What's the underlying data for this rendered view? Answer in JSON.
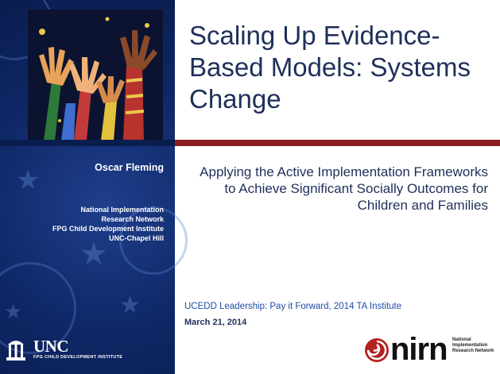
{
  "slide": {
    "title": "Scaling Up Evidence-Based Models: Systems Change",
    "subtitle": "Applying the Active Implementation Frameworks to Achieve Significant Socially Outcomes for Children and Families",
    "presenter": {
      "name": "Oscar Fleming",
      "affiliation_lines": [
        "National Implementation",
        "Research Network",
        "FPG Child Development Institute",
        "UNC-Chapel Hill"
      ]
    },
    "event": "UCEDD Leadership: Pay it Forward, 2014 TA Institute",
    "date": "March 21, 2014",
    "logos": {
      "unc": {
        "text": "UNC",
        "subtext": "FPG CHILD DEVELOPMENT INSTITUTE"
      },
      "nirn": {
        "text": "nirn",
        "tagline": "National Implementation Research Network"
      }
    }
  },
  "colors": {
    "sidebar": "#0f2766",
    "title": "#1f2f5a",
    "accent_bar": "#8a1d1d",
    "event_text": "#1f4aa8"
  },
  "icons": [
    "raised-hands-artwork",
    "unc-old-well-icon",
    "nirn-logo"
  ]
}
